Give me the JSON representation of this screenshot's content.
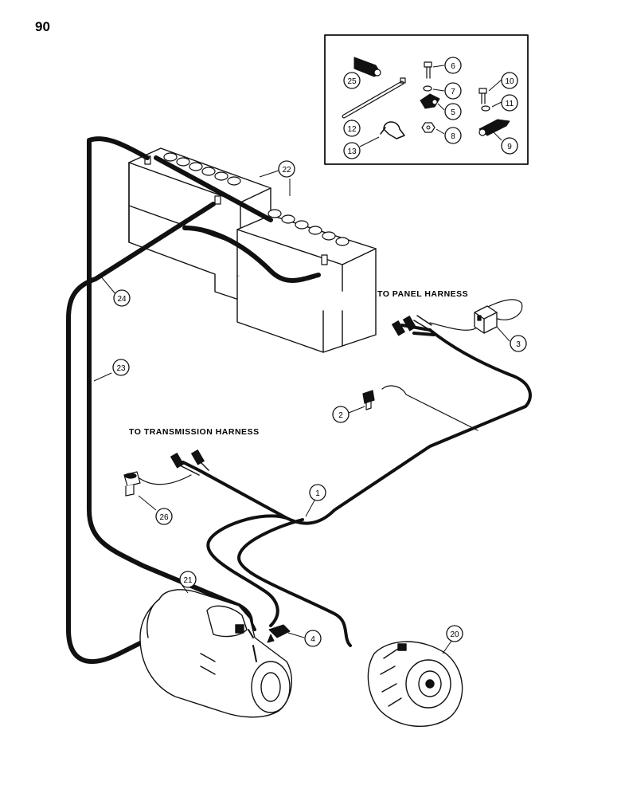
{
  "page": {
    "number": "90"
  },
  "labels": {
    "panel_harness": "TO PANEL HARNESS",
    "transmission_harness": "TO TRANSMISSION HARNESS"
  },
  "callouts": {
    "c1": "1",
    "c2": "2",
    "c3": "3",
    "c4": "4",
    "c5": "5",
    "c6": "6",
    "c7": "7",
    "c8": "8",
    "c9": "9",
    "c10": "10",
    "c11": "11",
    "c12": "12",
    "c13": "13",
    "c20": "20",
    "c21": "21",
    "c22": "22",
    "c23": "23",
    "c24": "24",
    "c25": "25",
    "c26": "26"
  },
  "colors": {
    "ink": "#111111",
    "paper": "#ffffff"
  }
}
